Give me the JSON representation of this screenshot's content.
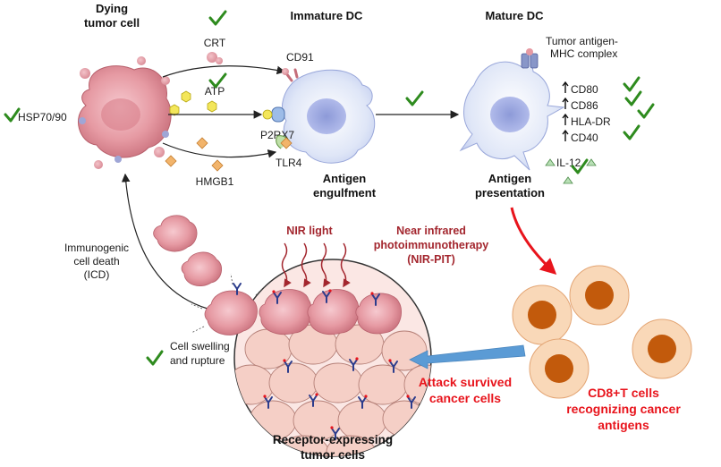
{
  "titles": {
    "dying_1": "Dying",
    "dying_2": "tumor cell",
    "immature": "Immature DC",
    "mature": "Mature DC",
    "engulf_1": "Antigen",
    "engulf_2": "engulfment",
    "present_1": "Antigen",
    "present_2": "presentation",
    "receptor_1": "Receptor-expressing",
    "receptor_2": "tumor cells"
  },
  "dying_signals": {
    "crt": "CRT",
    "atp": "ATP",
    "hmgb1": "HMGB1",
    "hsp": "HSP70/90"
  },
  "receptors": {
    "cd91": "CD91",
    "p2rx7": "P2RX7",
    "tlr4": "TLR4"
  },
  "mature_markers": {
    "complex_1": "Tumor antigen-",
    "complex_2": "MHC complex",
    "items": [
      "CD80",
      "CD86",
      "HLA-DR",
      "CD40"
    ],
    "il12": "IL-12"
  },
  "icd": {
    "line1": "Immunogenic",
    "line2": "cell death",
    "line3": "(ICD)"
  },
  "nir": {
    "light": "NIR light",
    "pit_1": "Near infrared",
    "pit_2": "photoimmunotherapy",
    "pit_3": "(NIR-PIT)"
  },
  "swelling": {
    "line1": "Cell swelling",
    "line2": "and rupture"
  },
  "attack": {
    "line1": "Attack survived",
    "line2": "cancer cells"
  },
  "cd8": {
    "line1": "CD8+T cells",
    "line2": "recognizing cancer",
    "line3": "antigens"
  },
  "colors": {
    "tumor": "#e69aa3",
    "dc": "#dfe6f7",
    "tcell_outer": "#f9d8b8",
    "tcell_inner": "#c25a0c",
    "accent_red": "#e8141c",
    "arrow_blue": "#5b9bd5",
    "check_green": "#2e8b1e"
  }
}
